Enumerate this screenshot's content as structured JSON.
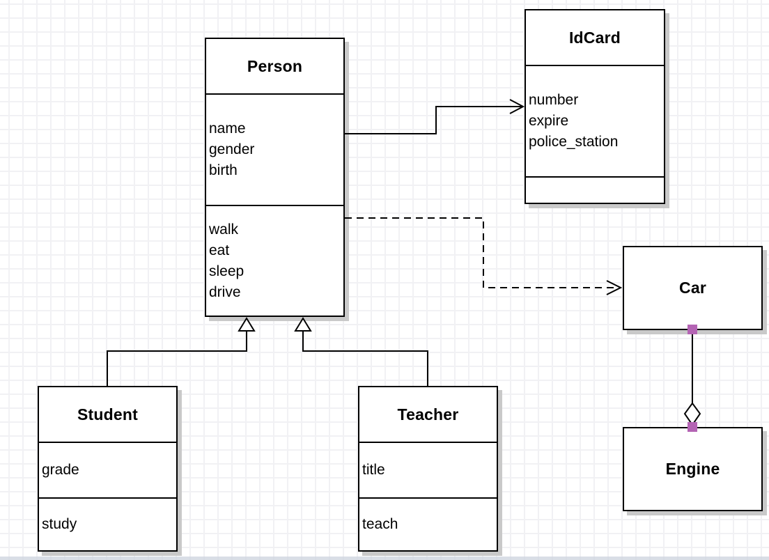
{
  "diagram": {
    "classes": {
      "person": {
        "title": "Person",
        "attributes": [
          "name",
          "gender",
          "birth"
        ],
        "methods": [
          "walk",
          "eat",
          "sleep",
          "drive"
        ]
      },
      "idcard": {
        "title": "IdCard",
        "attributes": [
          "number",
          "expire",
          "police_station"
        ],
        "methods": []
      },
      "student": {
        "title": "Student",
        "attributes": [
          "grade"
        ],
        "methods": [
          "study"
        ]
      },
      "teacher": {
        "title": "Teacher",
        "attributes": [
          "title"
        ],
        "methods": [
          "teach"
        ]
      },
      "car": {
        "title": "Car"
      },
      "engine": {
        "title": "Engine"
      }
    },
    "relationships": [
      {
        "from": "Person",
        "to": "IdCard",
        "type": "association",
        "line": "solid",
        "arrow": "open"
      },
      {
        "from": "Person",
        "to": "Car",
        "type": "dependency",
        "line": "dashed",
        "arrow": "open"
      },
      {
        "from": "Student",
        "to": "Person",
        "type": "generalization",
        "line": "solid",
        "arrow": "hollow-triangle"
      },
      {
        "from": "Teacher",
        "to": "Person",
        "type": "generalization",
        "line": "solid",
        "arrow": "hollow-triangle"
      },
      {
        "from": "Car",
        "to": "Engine",
        "type": "aggregation",
        "line": "solid",
        "arrow": "hollow-diamond",
        "diamond_end": "Engine"
      }
    ],
    "colors": {
      "box_fill": "#ffffff",
      "box_border": "#000000",
      "box_shadow": "#c9c9c9",
      "grid_line": "#f1f1f4",
      "endpoint_handle": "#b464b4",
      "bottom_edge": "#cfd6e0"
    }
  }
}
